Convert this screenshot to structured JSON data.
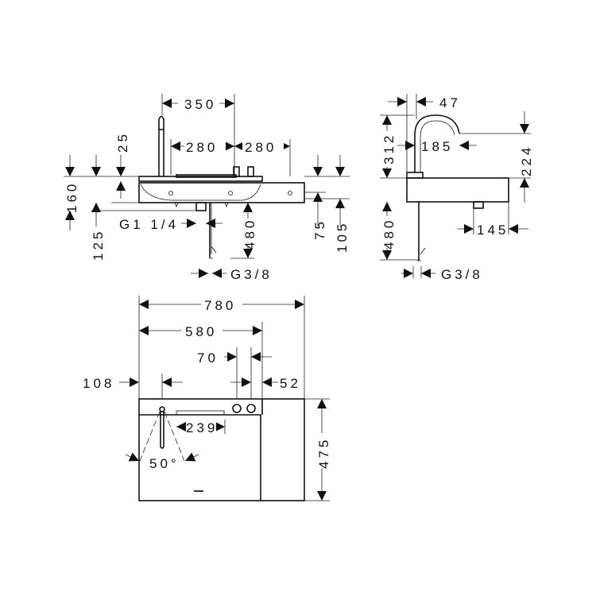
{
  "front_view": {
    "dim_width_spout": "350",
    "dim_left_280": "280",
    "dim_right_280": "280",
    "dim_height_160": "160",
    "dim_height_125": "125",
    "dim_thickness_25": "25",
    "dim_75": "75",
    "dim_105": "105",
    "dim_hose_480": "480",
    "waste_thread": "G1 1/4",
    "supply_thread": "G3/8"
  },
  "side_view": {
    "dim_47": "47",
    "dim_312": "312",
    "dim_185": "185",
    "dim_224": "224",
    "dim_hose_480": "480",
    "dim_145": "145",
    "supply_thread": "G3/8"
  },
  "top_view": {
    "dim_780": "780",
    "dim_580": "580",
    "dim_70": "70",
    "dim_108": "108",
    "dim_52": "52",
    "dim_239": "239",
    "dim_475": "475",
    "swivel_angle": "50°"
  }
}
